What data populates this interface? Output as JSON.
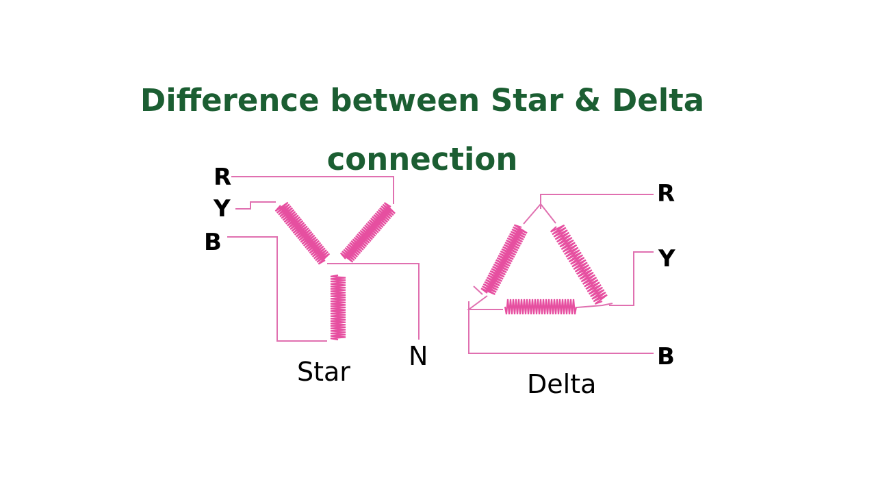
{
  "title": {
    "line1": "Difference between Star & Delta",
    "line2": "connection"
  },
  "star": {
    "caption": "Star",
    "phase_r": "R",
    "phase_y": "Y",
    "phase_b": "B",
    "neutral": "N"
  },
  "delta": {
    "caption": "Delta",
    "phase_r": "R",
    "phase_y": "Y",
    "phase_b": "B"
  },
  "colors": {
    "title": "#1b5e32",
    "wire": "#e070b0",
    "coil": "#e64fa0",
    "label": "#000000"
  }
}
